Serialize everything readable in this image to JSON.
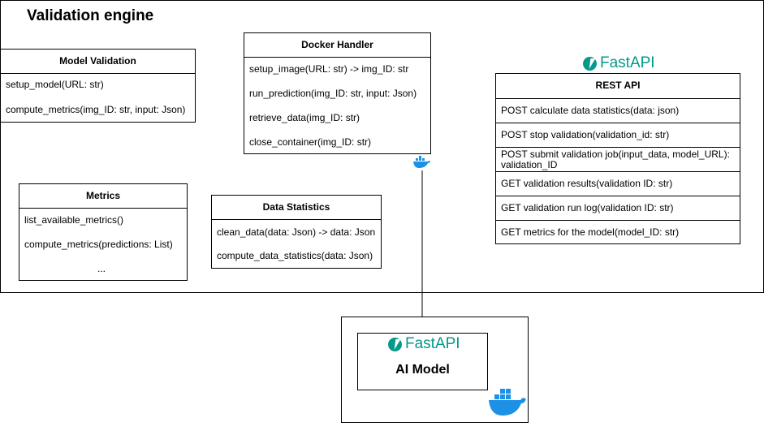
{
  "engine": {
    "title": "Validation engine"
  },
  "model_validation": {
    "title": "Model Validation",
    "methods": [
      "setup_model(URL: str)",
      "compute_metrics(img_ID: str, input: Json)"
    ]
  },
  "docker_handler": {
    "title": "Docker Handler",
    "methods": [
      "setup_image(URL: str) -> img_ID: str",
      "run_prediction(img_ID: str, input: Json)",
      "retrieve_data(img_ID: str)",
      "close_container(img_ID: str)"
    ]
  },
  "metrics": {
    "title": "Metrics",
    "methods": [
      "list_available_metrics()",
      "compute_metrics(predictions: List)",
      "..."
    ]
  },
  "data_statistics": {
    "title": "Data Statistics",
    "methods": [
      "clean_data(data: Json) -> data: Json",
      "compute_data_statistics(data: Json)"
    ]
  },
  "rest_api": {
    "brand": "FastAPI",
    "title": "REST API",
    "endpoints": [
      "POST calculate data statistics(data: json)",
      "POST stop validation(validation_id: str)",
      "POST submit validation job(input_data, model_URL):",
      "validation_ID",
      "GET validation results(validation ID: str)",
      "GET validation run log(validation ID: str)",
      "GET metrics for the model(model_ID: str)"
    ]
  },
  "ai_model": {
    "brand": "FastAPI",
    "title": "AI Model"
  },
  "colors": {
    "fastapi": "#05998b",
    "docker": "#1d91e6"
  },
  "icons": [
    "fastapi-logo-icon",
    "docker-whale-icon"
  ]
}
